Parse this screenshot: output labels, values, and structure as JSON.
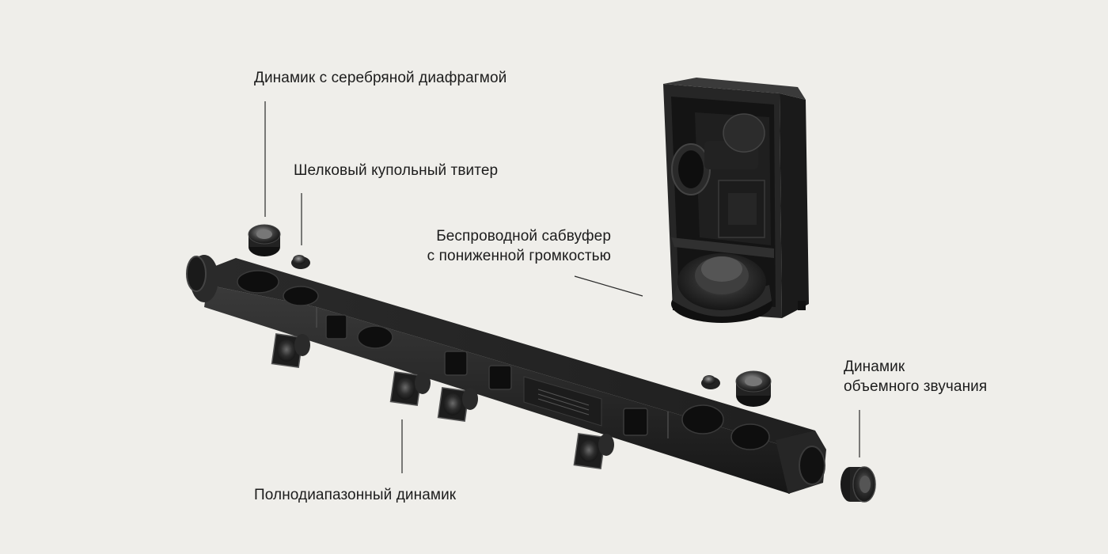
{
  "labels": {
    "silver_diaphragm": "Динамик с серебряной диафрагмой",
    "silk_tweeter": "Шелковый купольный твитер",
    "subwoofer_line1": "Беспроводной сабвуфер",
    "subwoofer_line2": "с пониженной громкостью",
    "surround_line1": "Динамик",
    "surround_line2": "объемного звучания",
    "full_range": "Полнодиапазонный динамик"
  },
  "colors": {
    "background": "#efeeea",
    "text": "#1c1c1c",
    "leader_line": "#2a2a2a",
    "hardware_dark": "#1a1a1a",
    "hardware_mid": "#2b2b2b",
    "hardware_light": "#3d3d3d"
  },
  "icons": [
    "soundbar-body",
    "subwoofer",
    "full-range-driver",
    "silver-diaphragm-driver",
    "silk-dome-tweeter",
    "surround-driver"
  ]
}
